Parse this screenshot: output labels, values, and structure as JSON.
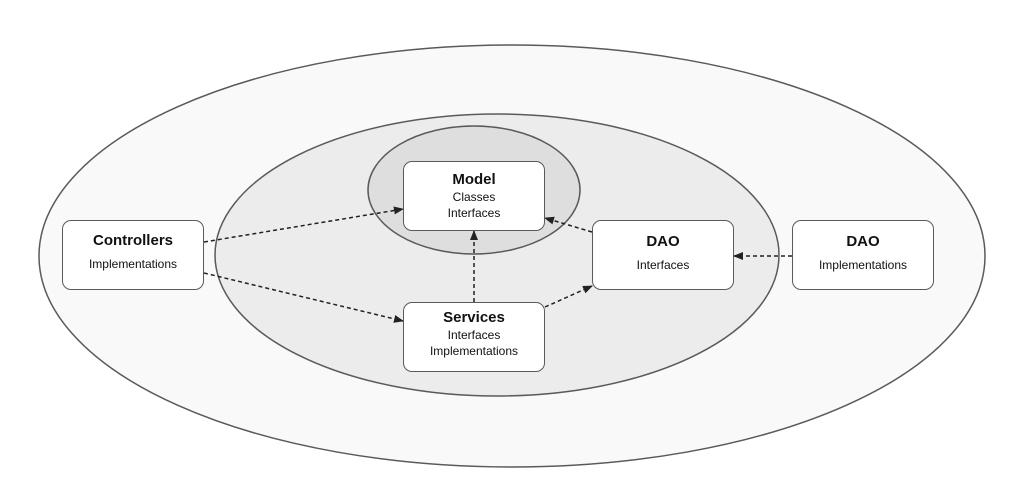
{
  "diagram": {
    "layers": [
      {
        "name": "outer-layer",
        "fill": "#f9f9f9"
      },
      {
        "name": "middle-layer",
        "fill": "#ececec"
      },
      {
        "name": "inner-layer",
        "fill": "#dedede"
      }
    ],
    "nodes": {
      "controllers": {
        "title": "Controllers",
        "lines": [
          "Implementations"
        ]
      },
      "model": {
        "title": "Model",
        "lines": [
          "Classes",
          "Interfaces"
        ]
      },
      "dao_interfaces": {
        "title": "DAO",
        "lines": [
          "Interfaces"
        ]
      },
      "dao_implementations": {
        "title": "DAO",
        "lines": [
          "Implementations"
        ]
      },
      "services": {
        "title": "Services",
        "lines": [
          "Interfaces",
          "Implementations"
        ]
      }
    },
    "edges": [
      {
        "from": "controllers",
        "to": "model",
        "style": "dashed"
      },
      {
        "from": "controllers",
        "to": "services",
        "style": "dashed"
      },
      {
        "from": "services",
        "to": "model",
        "style": "dashed"
      },
      {
        "from": "services",
        "to": "dao_interfaces",
        "style": "dashed"
      },
      {
        "from": "dao_interfaces",
        "to": "model",
        "style": "dashed"
      },
      {
        "from": "dao_implementations",
        "to": "dao_interfaces",
        "style": "dashed"
      }
    ],
    "colors": {
      "border": "#5a5a5a",
      "arrow": "#222222",
      "box_fill": "#ffffff"
    }
  }
}
